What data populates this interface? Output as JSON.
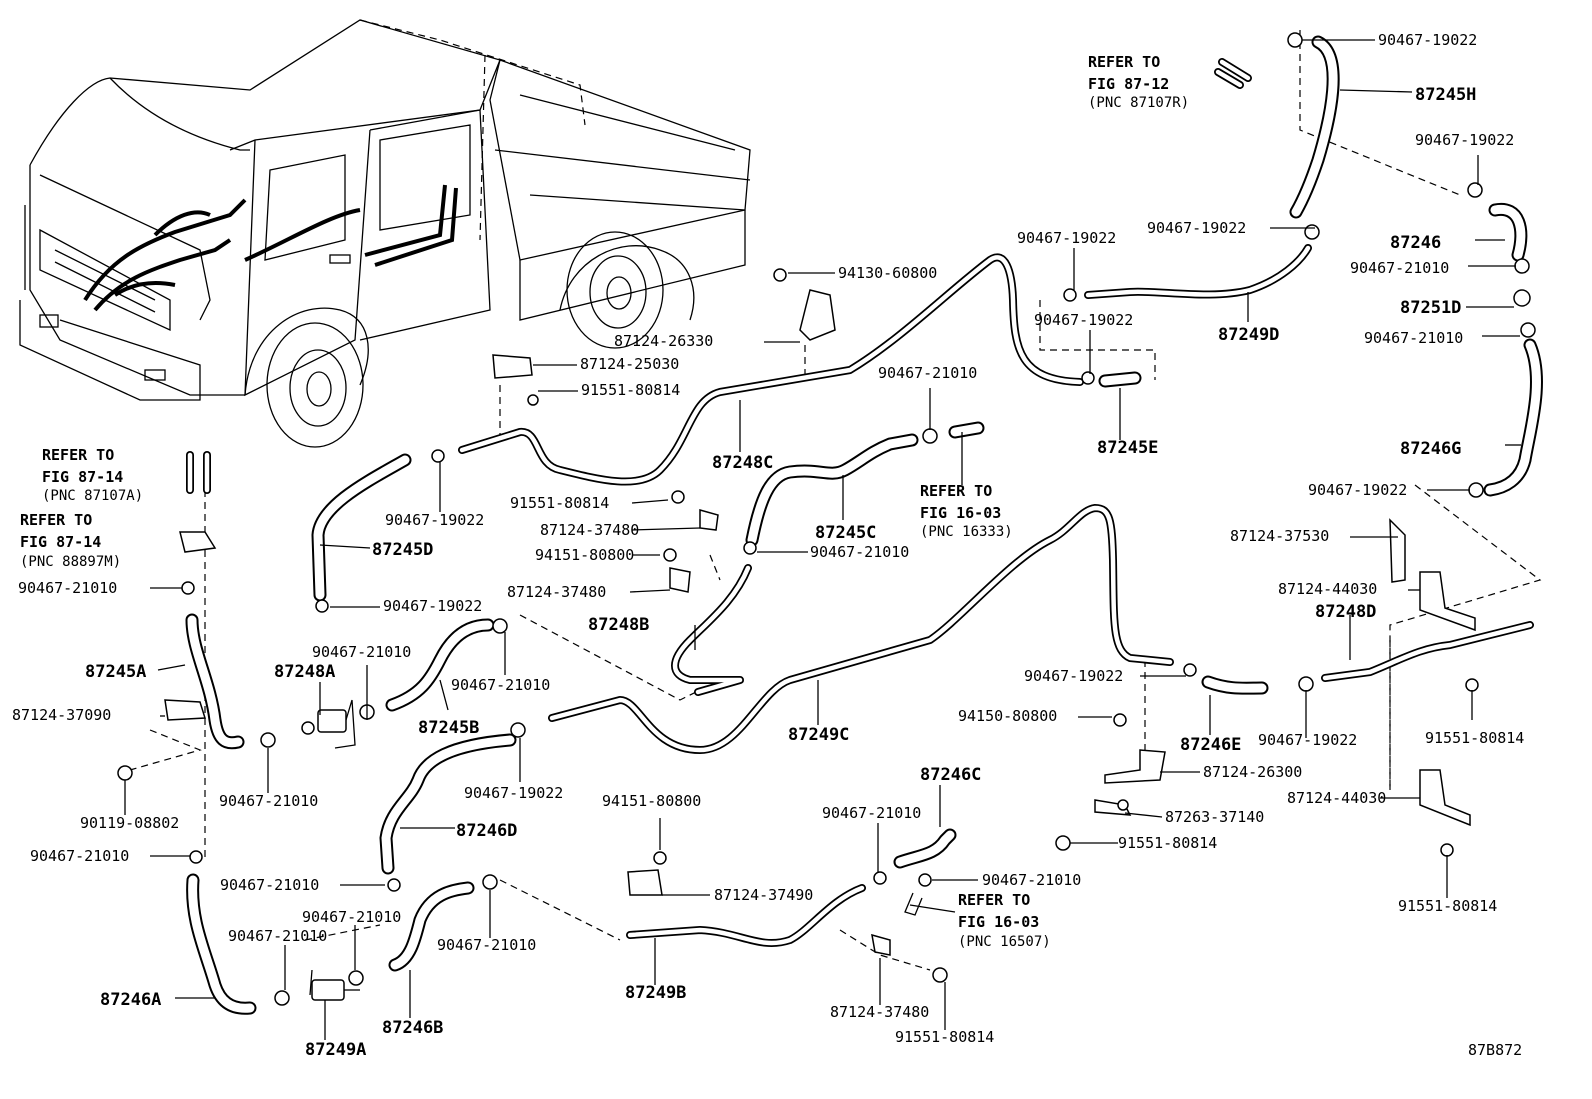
{
  "diagram_code": "87B872",
  "references": {
    "fig_87_12": {
      "line1": "REFER TO",
      "line2": "FIG 87-12",
      "line3": "(PNC 87107R)"
    },
    "fig_87_14_a": {
      "line1": "REFER TO",
      "line2": "FIG 87-14",
      "line3": "(PNC 87107A)"
    },
    "fig_87_14_m": {
      "line1": "REFER TO",
      "line2": "FIG 87-14",
      "line3": "(PNC 88897M)"
    },
    "fig_16_03_a": {
      "line1": "REFER TO",
      "line2": "FIG 16-03",
      "line3": "(PNC 16333)"
    },
    "fig_16_03_b": {
      "line1": "REFER TO",
      "line2": "FIG 16-03",
      "line3": "(PNC 16507)"
    }
  },
  "hoses": {
    "h87245H": "87245H",
    "h87246": "87246",
    "h87251D": "87251D",
    "h87246G": "87246G",
    "h87249D": "87249D",
    "h87245E": "87245E",
    "h87248C": "87248C",
    "h87245C": "87245C",
    "h87245D": "87245D",
    "h87248B": "87248B",
    "h87245A": "87245A",
    "h87248A": "87248A",
    "h87245B": "87245B",
    "h87249C": "87249C",
    "h87248D": "87248D",
    "h87246E": "87246E",
    "h87246D": "87246D",
    "h87246C": "87246C",
    "h87246A": "87246A",
    "h87249A": "87249A",
    "h87246B": "87246B",
    "h87249B": "87249B"
  },
  "parts": {
    "p01": "90467-19022",
    "p02": "90467-19022",
    "p03": "90467-19022",
    "p04": "90467-21010",
    "p05": "90467-21010",
    "p06": "90467-19022",
    "p07": "90467-19022",
    "p08": "90467-19022",
    "p09": "94130-60800",
    "p10": "87124-26330",
    "p11": "87124-25030",
    "p12": "91551-80814",
    "p13": "90467-21010",
    "p14": "91551-80814",
    "p15": "87124-37480",
    "p16": "90467-19022",
    "p17": "94151-80800",
    "p18": "90467-21010",
    "p19": "87124-37480",
    "p20": "90467-21010",
    "p21": "90467-19022",
    "p22": "90467-21010",
    "p23": "90467-21010",
    "p24": "87124-37530",
    "p25": "87124-44030",
    "p26": "87124-37090",
    "p27": "90467-19022",
    "p28": "90467-19022",
    "p29": "91551-80814",
    "p30": "94150-80800",
    "p31": "90119-08802",
    "p32": "90467-21010",
    "p33": "90467-19022",
    "p34": "87124-26300",
    "p35": "87124-44030",
    "p36": "87263-37140",
    "p37": "94151-80800",
    "p38": "90467-21010",
    "p39": "91551-80814",
    "p40": "90467-21010",
    "p41": "87124-37490",
    "p42": "90467-21010",
    "p43": "91551-80814",
    "p44": "90467-21010",
    "p45": "90467-21010",
    "p46": "87124-37480",
    "p47": "91551-80814"
  }
}
